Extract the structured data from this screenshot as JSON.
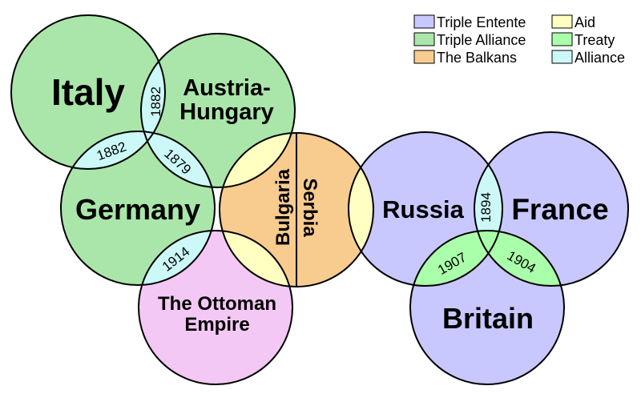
{
  "colors": {
    "triple_entente": "#c8c8ff",
    "triple_alliance": "#aae6aa",
    "balkans": "#f8cb8f",
    "ottoman": "#f4c8f4",
    "aid": "#ffffc2",
    "treaty": "#aaffaa",
    "alliance": "#ccf8f8"
  },
  "nations": {
    "italy": "Italy",
    "austria_line1": "Austria-",
    "austria_line2": "Hungary",
    "germany": "Germany",
    "ottoman_line1": "The Ottoman",
    "ottoman_line2": "Empire",
    "bulgaria": "Bulgaria",
    "serbia": "Serbia",
    "russia": "Russia",
    "france": "France",
    "britain": "Britain"
  },
  "links": {
    "italy_austria": "1882",
    "italy_germany": "1882",
    "germany_austria": "1879",
    "germany_ottoman": "1914",
    "russia_france": "1894",
    "russia_britain": "1907",
    "france_britain": "1904"
  },
  "legend": {
    "triple_entente": "Triple Entente",
    "triple_alliance": "Triple Alliance",
    "balkans": "The Balkans",
    "aid": "Aid",
    "treaty": "Treaty",
    "alliance": "Alliance"
  }
}
